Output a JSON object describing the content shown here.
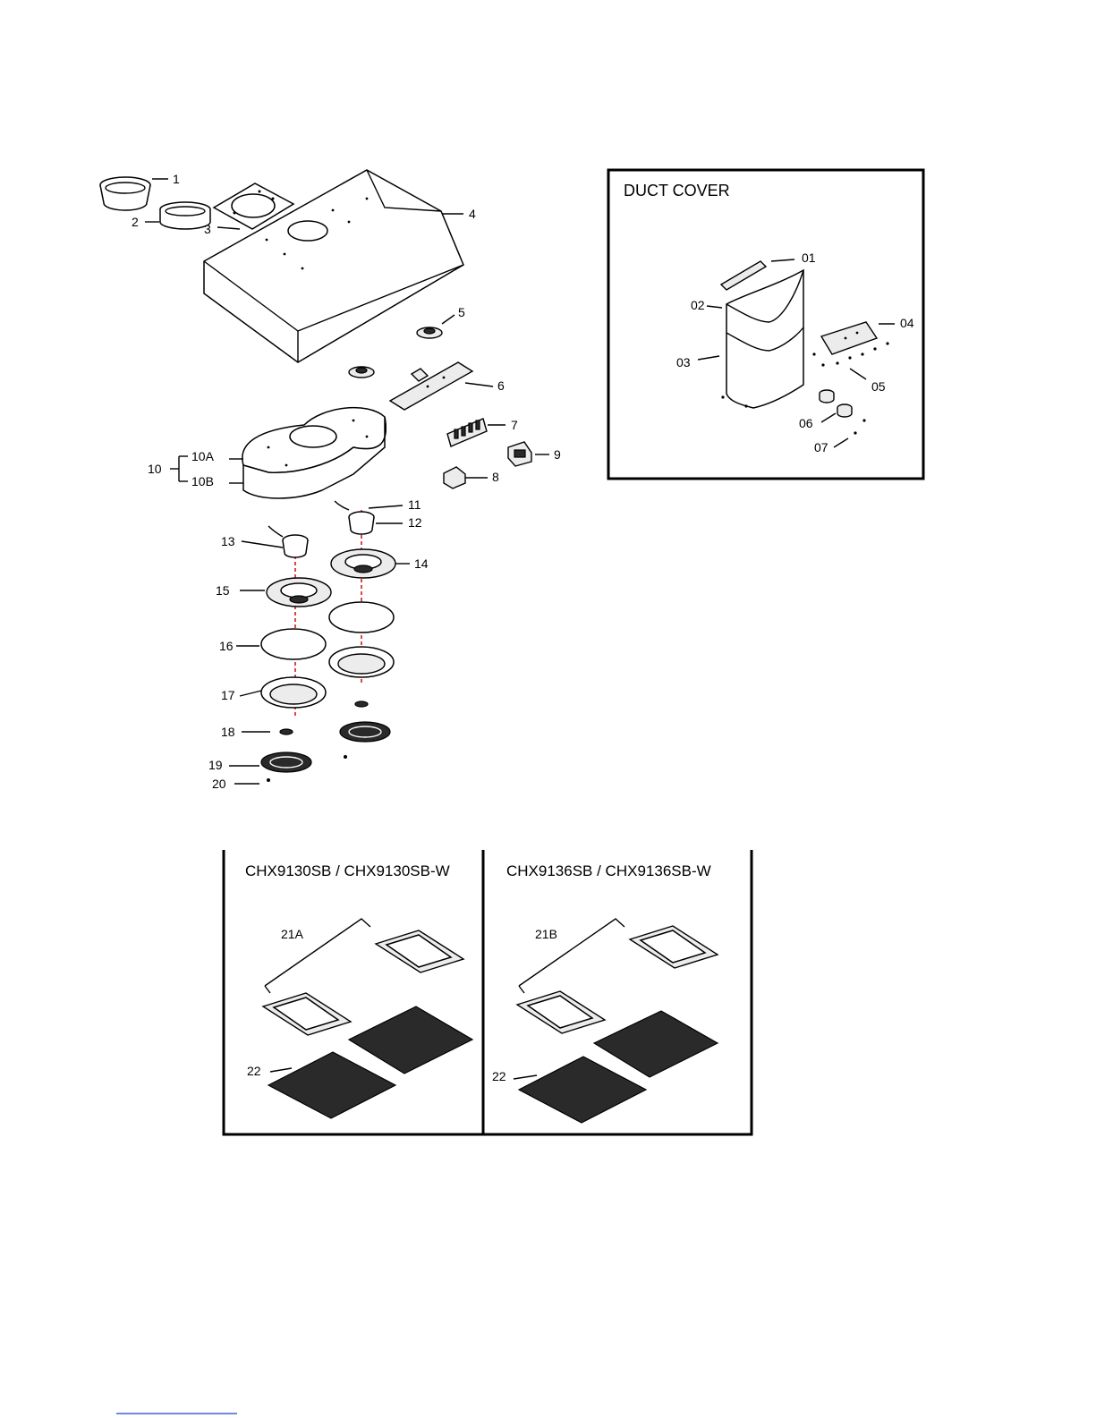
{
  "duct_cover": {
    "title": "DUCT COVER",
    "callouts": [
      "01",
      "02",
      "03",
      "04",
      "05",
      "06",
      "07"
    ]
  },
  "main_assembly": {
    "callouts": [
      "1",
      "2",
      "3",
      "4",
      "5",
      "6",
      "7",
      "8",
      "9",
      "10",
      "10A",
      "10B",
      "11",
      "12",
      "13",
      "14",
      "15",
      "16",
      "17",
      "18",
      "19",
      "20"
    ]
  },
  "filters": {
    "left_model": "CHX9130SB / CHX9130SB-W",
    "right_model": "CHX9136SB / CHX9136SB-W",
    "left_callouts": [
      "21A",
      "22"
    ],
    "right_callouts": [
      "21B",
      "22"
    ]
  }
}
